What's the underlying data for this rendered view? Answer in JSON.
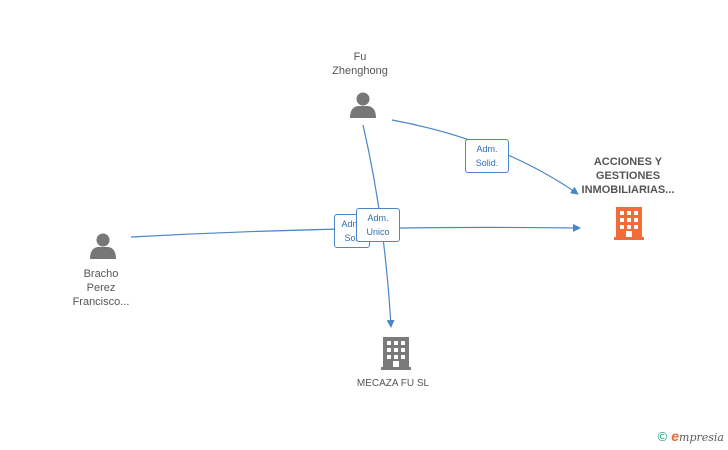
{
  "people": {
    "fu": {
      "line1": "Fu",
      "line2": "Zhenghong"
    },
    "bracho": {
      "line1": "Bracho",
      "line2": "Perez",
      "line3": "Francisco..."
    }
  },
  "companies": {
    "acciones": {
      "line1": "ACCIONES Y",
      "line2": "GESTIONES",
      "line3": "INMOBILIARIAS...",
      "color": "#f26b3a"
    },
    "mecaza": {
      "line1": "MECAZA FU SL",
      "color": "#7a7a7a"
    }
  },
  "relations": {
    "fu_to_acciones": {
      "line1": "Adm.",
      "line2": "Solid."
    },
    "bracho_to_mecaza": {
      "line1": "Adm.",
      "line2": "Soli"
    },
    "fu_to_mecaza": {
      "line1": "Adm.",
      "line2": "Unico"
    }
  },
  "footer": {
    "copyright": "©",
    "brand_e": "e",
    "brand_rest": "mpresia"
  },
  "colors": {
    "edge": "#4a86c8",
    "person_icon": "#777777"
  }
}
